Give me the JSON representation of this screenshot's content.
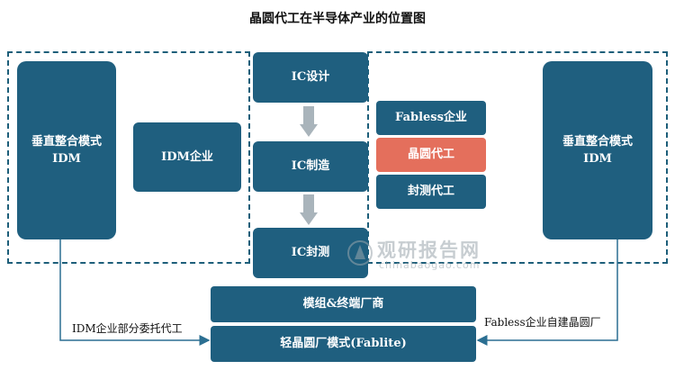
{
  "title": "晶圆代工在半导体产业的位置图",
  "left_idm": "垂直整合模式\nIDM",
  "right_idm": "垂直整合模式\nIDM",
  "idm_company": "IDM企业",
  "ic_design": "IC设计",
  "ic_manufacturing": "IC制造",
  "ic_packaging": "IC封测",
  "fabless_company": "Fabless企业",
  "foundry": "晶圆代工",
  "osat": "封测代工",
  "module_terminal": "模组&终端厂商",
  "fablite": "轻晶圆厂模式(Fablite)",
  "note_left": "IDM企业部分委托代工",
  "note_right": "Fabless企业自建晶圆厂",
  "watermark": {
    "main": "观研报告网",
    "sub": "chinabaogao.com"
  },
  "colors": {
    "box": "#1f5f7f",
    "highlight": "#e46f5c",
    "arrow": "#a9b4bb",
    "line": "#2b6f92"
  }
}
